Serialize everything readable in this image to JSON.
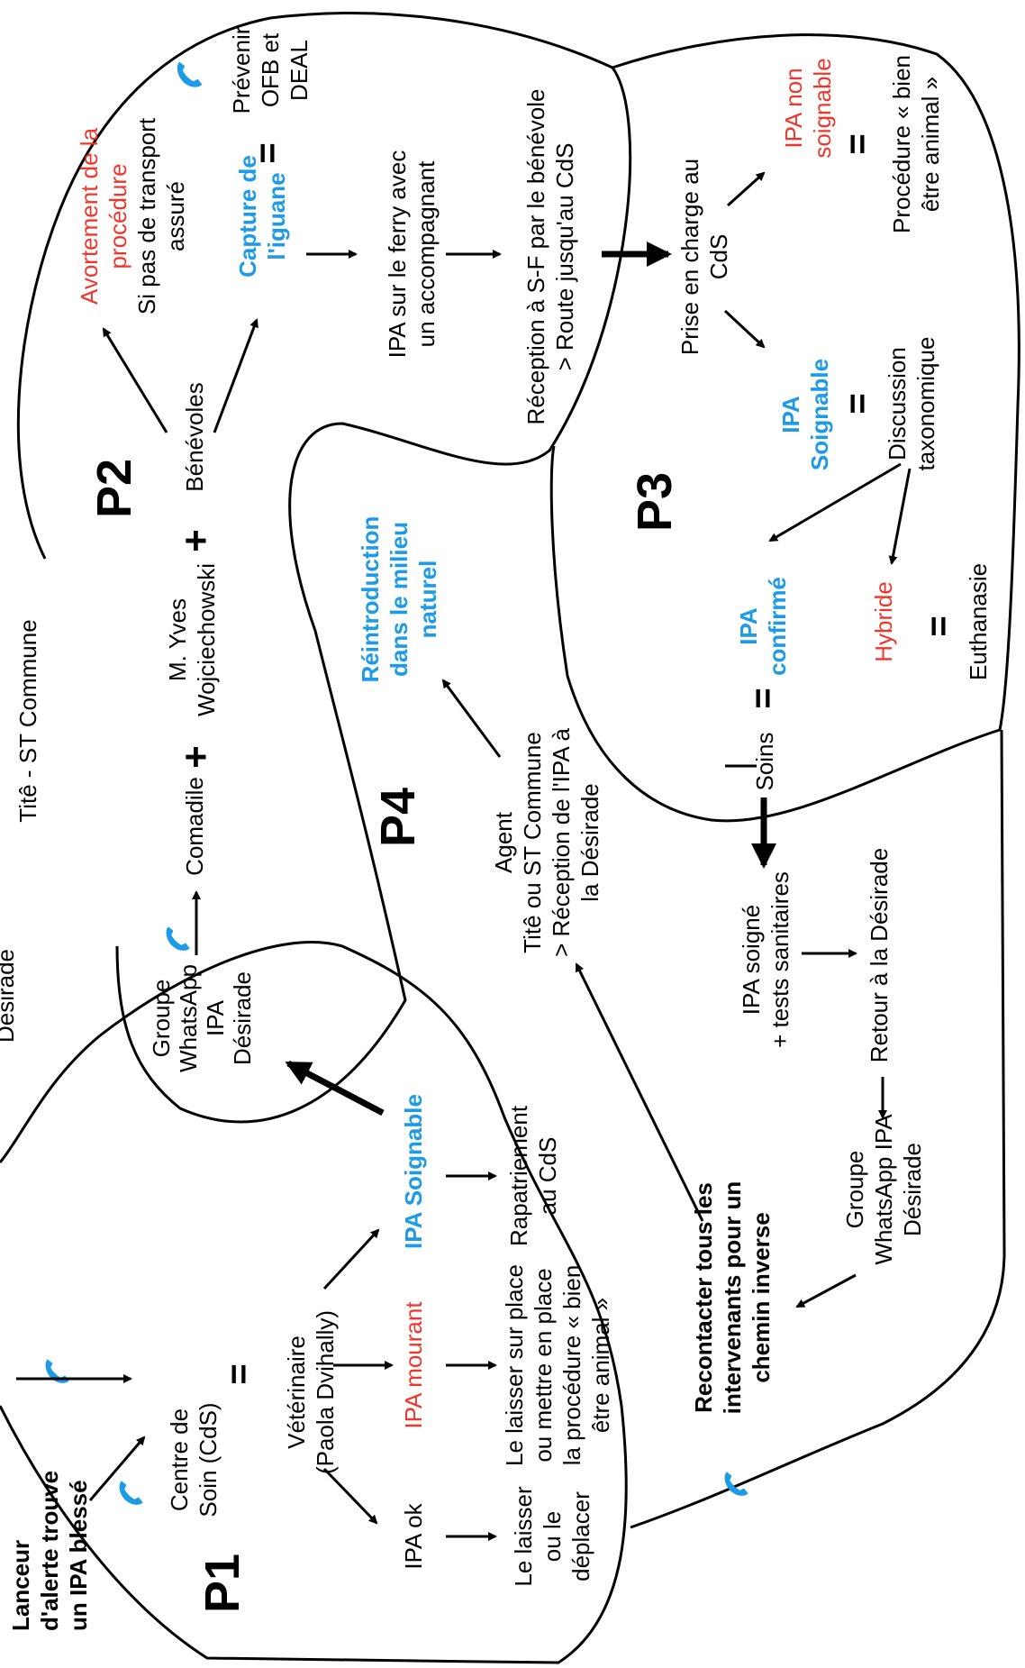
{
  "phases": {
    "p1": "P1",
    "p2": "P2",
    "p3": "P3",
    "p4": "P4"
  },
  "p1": {
    "alert_line1": "Lanceur",
    "alert_line2": "d'alerte trouve",
    "alert_line3": "un IPA blessé",
    "cds_line1": "Centre de",
    "cds_line2": "Soin (CdS)",
    "vet_line1": "Vétérinaire",
    "vet_line2": "(Paola Dvihally)",
    "ipa_ok": "IPA ok",
    "ipa_mourant": "IPA mourant",
    "ipa_soignable": "IPA Soignable",
    "leave_line1": "Le laisser",
    "leave_line2": "ou le",
    "leave_line3": "déplacer",
    "welfare_line1": "Le laisser sur place",
    "welfare_line2": "ou mettre en place",
    "welfare_line3": "la procédure « bien",
    "welfare_line4": "être animal »",
    "repat_line1": "Rapatriement",
    "repat_line2": "au CdS"
  },
  "p2": {
    "top_cut": "Titê - ST Commune",
    "top_cut2": "Désirade",
    "wa_line1": "Groupe",
    "wa_line2": "WhatsApp",
    "wa_line3": "IPA",
    "wa_line4": "Désirade",
    "comadile": "Comadile",
    "yves_line1": "M. Yves",
    "yves_line2": "Wojciechowski",
    "benevoles": "Bénévoles",
    "abort_line1": "Avortement de la",
    "abort_line2": "procédure",
    "abort_line3": "Si pas de transport",
    "abort_line4": "assuré",
    "capture_line1": "Capture de",
    "capture_line2": "l'iguane",
    "prevenir_line1": "Prévenir",
    "prevenir_line2": "OFB et",
    "prevenir_line3": "DEAL",
    "ferry_line1": "IPA sur le ferry avec",
    "ferry_line2": "un accompagnant",
    "recep_line1": "Réception à S-F par le bénévole",
    "recep_line2": "> Route jusqu'au CdS"
  },
  "p3": {
    "prise_line1": "Prise en charge au",
    "prise_line2": "CdS",
    "nonsoign_line1": "IPA non",
    "nonsoign_line2": "soignable",
    "proc_line1": "Procédure « bien",
    "proc_line2": "être animal »",
    "soign_line1": "IPA",
    "soign_line2": "Soignable",
    "disc_line1": "Discussion",
    "disc_line2": "taxonomique",
    "conf_line1": "IPA",
    "conf_line2": "confirmé",
    "hybride": "Hybride",
    "euthanasie": "Euthanasie",
    "soins": "Soins",
    "soigne_line1": "IPA soigné",
    "soigne_line2": "+ tests sanitaires",
    "retour": "Retour à la Désirade",
    "wa2_line1": "Groupe",
    "wa2_line2": "WhatsApp IPA",
    "wa2_line3": "Désirade"
  },
  "p4": {
    "reintro_line1": "Réintroduction",
    "reintro_line2": "dans le milieu",
    "reintro_line3": "naturel",
    "agent_line1": "Agent",
    "agent_line2": "Titê ou ST Commune",
    "agent_line3": "> Réception de l'IPA à",
    "agent_line4": "la Désirade",
    "recontact_line1": "Recontacter tous les",
    "recontact_line2": "intervenants pour un",
    "recontact_line3": "chemin inverse"
  },
  "symbols": {
    "equals": "=",
    "plus": "+"
  },
  "colors": {
    "red": "#f0352b",
    "blue": "#1e9be6",
    "line": "#000000"
  },
  "icons": [
    "phone-icon"
  ]
}
